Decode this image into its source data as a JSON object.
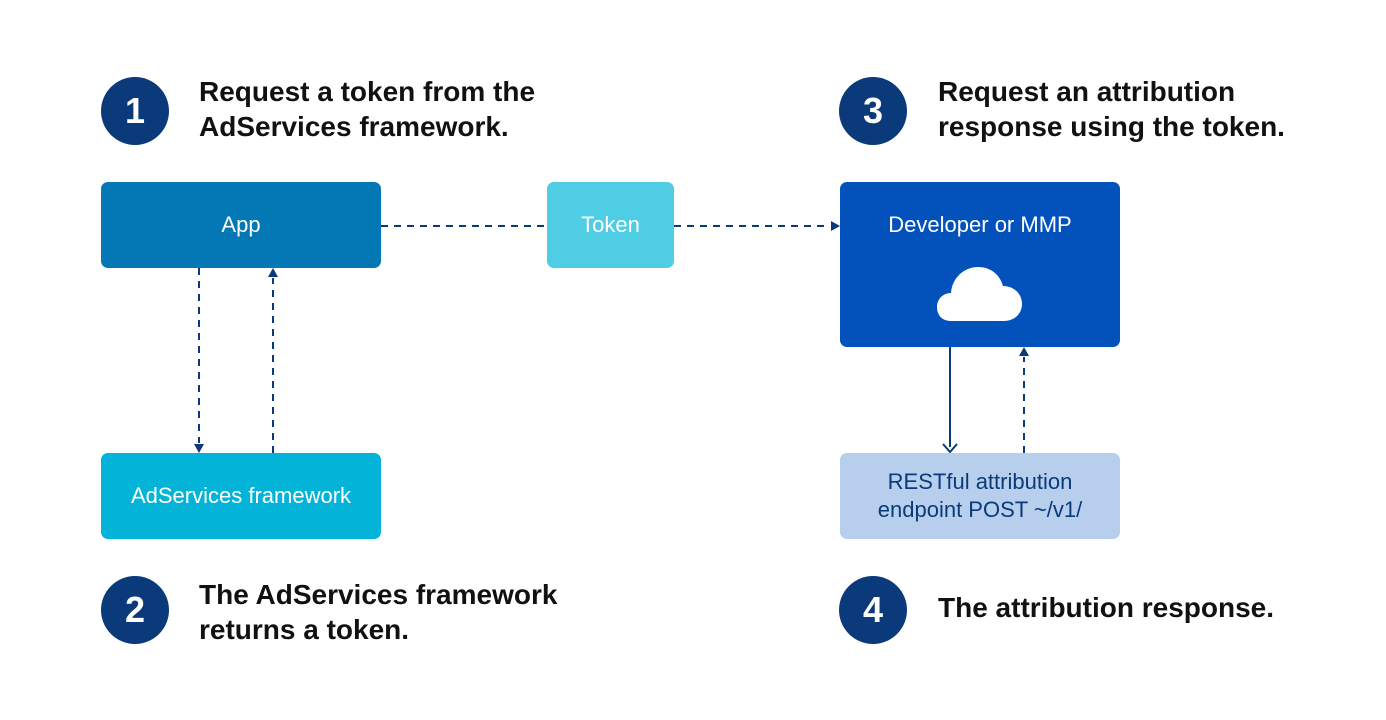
{
  "steps": [
    {
      "number": "1",
      "text": "Request a token from the\nAdServices framework."
    },
    {
      "number": "2",
      "text": "The AdServices framework\nreturns a token."
    },
    {
      "number": "3",
      "text": "Request an attribution\nresponse using the token."
    },
    {
      "number": "4",
      "text": "The attribution response."
    }
  ],
  "nodes": {
    "app": "App",
    "token": "Token",
    "developer": "Developer or MMP",
    "adservices": "AdServices framework",
    "endpoint": "RESTful attribution\nendpoint POST ~/v1/"
  },
  "colors": {
    "step_circle": "#0a3a7a",
    "app": "#0378b4",
    "token": "#4ecde4",
    "developer": "#0352bc",
    "adservices": "#03b4d8",
    "endpoint": "#b7cfec",
    "endpoint_text": "#0a3a7a",
    "connector": "#0a3a7a"
  },
  "icons": {
    "developer": "cloud-icon"
  }
}
